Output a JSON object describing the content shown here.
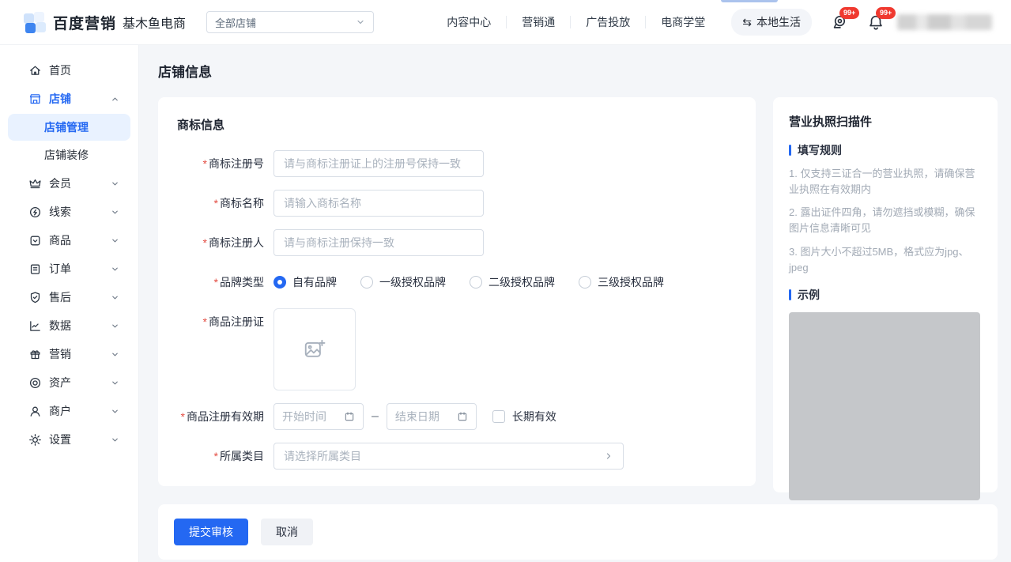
{
  "brand": {
    "name_bold": "百度营销",
    "name_sub": "基木鱼电商"
  },
  "header": {
    "store_select": {
      "value": "全部店铺"
    },
    "nav": [
      {
        "label": "内容中心"
      },
      {
        "label": "营销通"
      },
      {
        "label": "广告投放"
      },
      {
        "label": "电商学堂"
      }
    ],
    "local_life": {
      "icon": "swap-icon",
      "glyph": "⇆",
      "label": "本地生活"
    },
    "badges": {
      "announcement": "99+",
      "notification": "99+"
    }
  },
  "sidebar": {
    "items": [
      {
        "label": "首页",
        "icon": "home-icon"
      },
      {
        "label": "店铺",
        "icon": "shop-icon",
        "active": true,
        "expanded": true
      },
      {
        "label": "店铺管理",
        "sub": true,
        "selected": true
      },
      {
        "label": "店铺装修",
        "sub": true
      },
      {
        "label": "会员",
        "icon": "crown-icon"
      },
      {
        "label": "线索",
        "icon": "leads-icon"
      },
      {
        "label": "商品",
        "icon": "goods-icon"
      },
      {
        "label": "订单",
        "icon": "order-icon"
      },
      {
        "label": "售后",
        "icon": "shield-check-icon"
      },
      {
        "label": "数据",
        "icon": "chart-icon"
      },
      {
        "label": "营销",
        "icon": "gift-icon"
      },
      {
        "label": "资产",
        "icon": "target-icon"
      },
      {
        "label": "商户",
        "icon": "user-icon"
      },
      {
        "label": "设置",
        "icon": "gear-icon"
      }
    ]
  },
  "page": {
    "title": "店铺信息"
  },
  "form": {
    "section_title": "商标信息",
    "required_mark": "*",
    "fields": {
      "reg_no": {
        "label": "商标注册号",
        "placeholder": "请与商标注册证上的注册号保持一致",
        "value": ""
      },
      "name": {
        "label": "商标名称",
        "placeholder": "请输入商标名称",
        "value": ""
      },
      "registrant": {
        "label": "商标注册人",
        "placeholder": "请与商标注册保持一致",
        "value": ""
      },
      "brand_type": {
        "label": "品牌类型",
        "options": [
          {
            "label": "自有品牌",
            "selected": true
          },
          {
            "label": "一级授权品牌",
            "selected": false
          },
          {
            "label": "二级授权品牌",
            "selected": false
          },
          {
            "label": "三级授权品牌",
            "selected": false
          }
        ]
      },
      "reg_cert": {
        "label": "商品注册证",
        "upload_icon": "image-plus-icon"
      },
      "validity": {
        "label": "商品注册有效期",
        "start_placeholder": "开始时间",
        "end_placeholder": "结束日期",
        "separator": "–",
        "checkbox_label": "长期有效",
        "checkbox_checked": false
      },
      "category": {
        "label": "所属类目",
        "placeholder": "请选择所属类目"
      }
    }
  },
  "aside": {
    "title": "营业执照扫描件",
    "rules_title": "填写规则",
    "rules": [
      "1. 仅支持三证合一的营业执照，请确保营业执照在有效期内",
      "2. 露出证件四角，请勿遮挡或模糊，确保图片信息清晰可见",
      "3. 图片大小不超过5MB，格式应为jpg、jpeg"
    ],
    "example_title": "示例"
  },
  "actions": {
    "submit": "提交审核",
    "cancel": "取消"
  },
  "colors": {
    "primary": "#2468f2",
    "badge_red": "#f0392f",
    "selected_bg": "#e9f2ff"
  }
}
